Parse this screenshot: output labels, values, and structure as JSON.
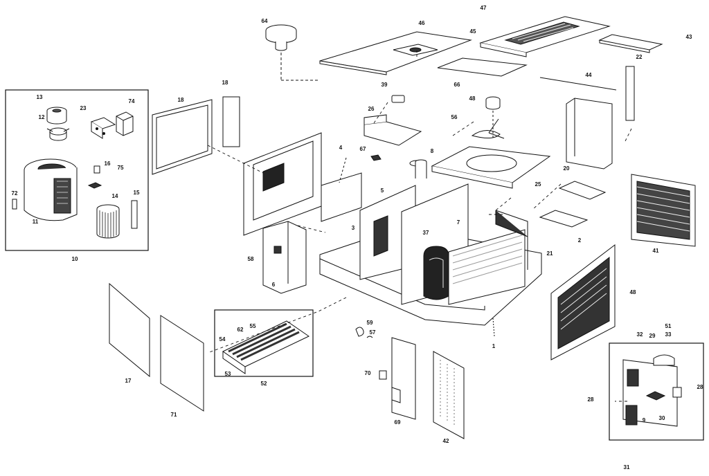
{
  "diagram": {
    "callouts": {
      "p64": "64",
      "p47": "47",
      "p46": "46",
      "p45": "45",
      "p43": "43",
      "p22": "22",
      "p66": "66",
      "p44": "44",
      "p39": "39",
      "p48a": "48",
      "p26": "26",
      "p56": "56",
      "p20": "20",
      "p18a": "18",
      "p18b": "18",
      "p4": "4",
      "p67": "67",
      "p8": "8",
      "p25": "25",
      "p5": "5",
      "p3": "3",
      "p37": "37",
      "p7": "7",
      "p41": "41",
      "p2": "2",
      "p58": "58",
      "p6": "6",
      "p21": "21",
      "p48b": "48",
      "p17": "17",
      "p71": "71",
      "p52": "52",
      "p53": "53",
      "p54": "54",
      "p62": "62",
      "p55": "55",
      "p59": "59",
      "p57": "57",
      "p1": "1",
      "p70": "70",
      "p69": "69",
      "p42": "42",
      "p32": "32",
      "p29": "29",
      "p51": "51",
      "p33": "33",
      "p28a": "28",
      "p28b": "28",
      "p30": "30",
      "p9": "9",
      "p31": "31",
      "p10": "10",
      "p13": "13",
      "p12": "12",
      "p23": "23",
      "p74": "74",
      "p16": "16",
      "p75": "75",
      "p72": "72",
      "p11": "11",
      "p14": "14",
      "p15": "15"
    }
  }
}
